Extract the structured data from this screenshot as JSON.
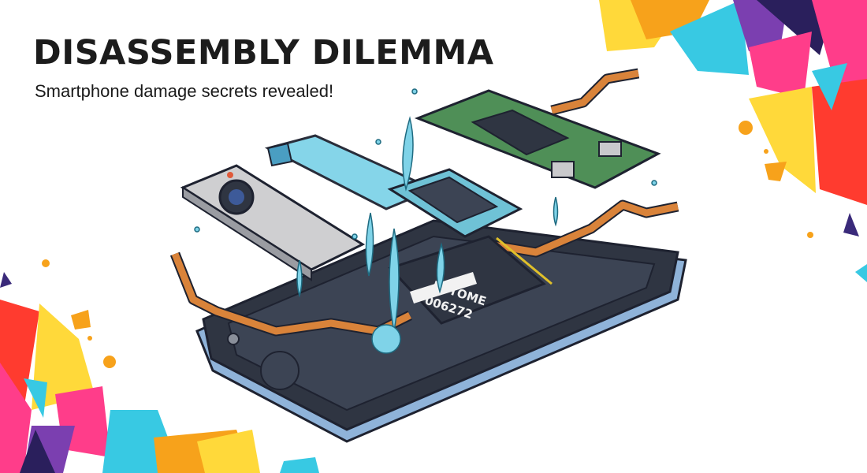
{
  "banner": {
    "title": "DISASSEMBLY DILEMMA",
    "subtitle": "Smartphone damage secrets revealed!"
  },
  "illustration": {
    "subject": "exploded-smartphone-with-water-damage",
    "chip_label_line1": "PPTOME",
    "chip_label_line2": "006272",
    "parts": [
      "camera-module",
      "battery-cover",
      "processor-chip",
      "logic-board",
      "flex-cables",
      "phone-frame"
    ]
  },
  "colors": {
    "title": "#1c1c1c",
    "water": "#7fd3e8",
    "flex_cable": "#d9833a",
    "pcb": "#4f8f57",
    "frame": "#2f3542",
    "frame_edge": "#8fb3d9",
    "confetti": [
      "#ffd93a",
      "#f7a21b",
      "#ff4d4d",
      "#ff3d8a",
      "#7b3fb0",
      "#38c9e3",
      "#2a1f5c"
    ]
  }
}
